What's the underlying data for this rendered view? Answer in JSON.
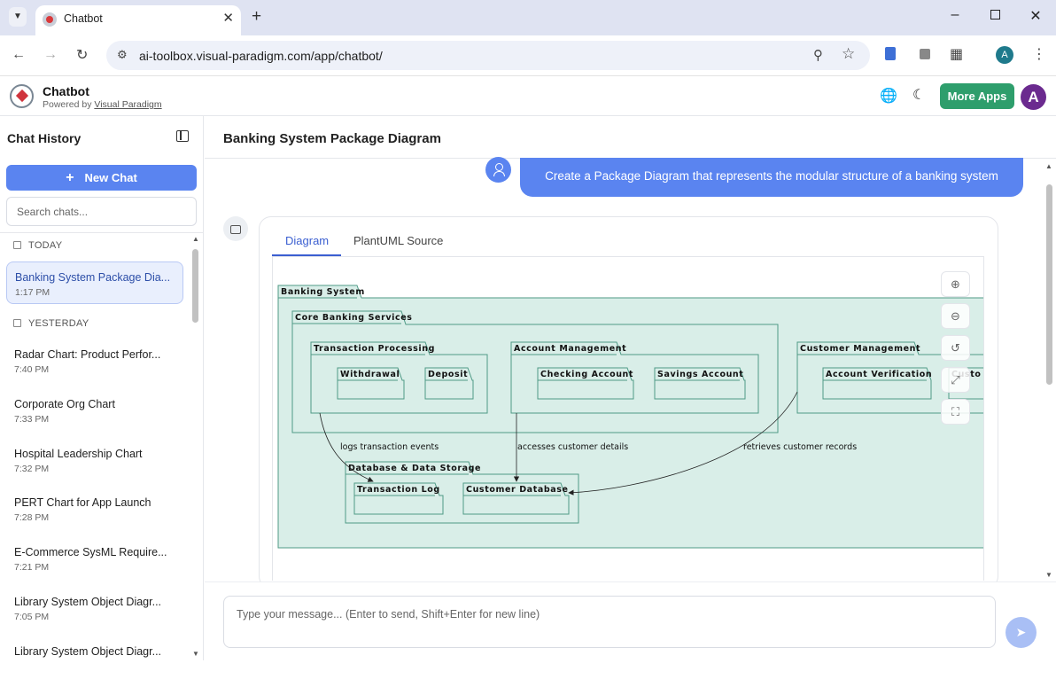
{
  "browser": {
    "tab_title": "Chatbot",
    "url": "ai-toolbox.visual-paradigm.com/app/chatbot/",
    "profile_initial": "A"
  },
  "app": {
    "title": "Chatbot",
    "powered_prefix": "Powered by ",
    "powered_link": "Visual Paradigm",
    "more_apps": "More Apps",
    "avatar_initial": "A"
  },
  "sidebar": {
    "title": "Chat History",
    "new_chat": "New Chat",
    "search_placeholder": "Search chats...",
    "groups": [
      {
        "label": "TODAY"
      },
      {
        "label": "YESTERDAY"
      }
    ],
    "items": [
      {
        "title": "Banking System Package Dia...",
        "time": "1:17 PM"
      },
      {
        "title": "Radar Chart: Product Perfor...",
        "time": "7:40 PM"
      },
      {
        "title": "Corporate Org Chart",
        "time": "7:33 PM"
      },
      {
        "title": "Hospital Leadership Chart",
        "time": "7:32 PM"
      },
      {
        "title": "PERT Chart for App Launch",
        "time": "7:28 PM"
      },
      {
        "title": "E-Commerce SysML Require...",
        "time": "7:21 PM"
      },
      {
        "title": "Library System Object Diagr...",
        "time": "7:05 PM"
      },
      {
        "title": "Library System Object Diagr...",
        "time": ""
      }
    ]
  },
  "main": {
    "title": "Banking System Package Diagram",
    "user_message": "Create a Package Diagram that represents the modular structure of a banking system",
    "tabs": [
      "Diagram",
      "PlantUML Source"
    ],
    "input_placeholder": "Type your message... (Enter to send, Shift+Enter for new line)"
  },
  "diagram": {
    "packages": {
      "banking_system": "Banking System",
      "core_banking": "Core Banking Services",
      "transaction_processing": "Transaction Processing",
      "withdrawal": "Withdrawal",
      "deposit": "Deposit",
      "account_management": "Account Management",
      "checking_account": "Checking Account",
      "savings_account": "Savings Account",
      "customer_management": "Customer Management",
      "account_verification": "Account Verification",
      "customer_partial": "Custo",
      "database_storage": "Database & Data Storage",
      "transaction_log": "Transaction Log",
      "customer_database": "Customer Database"
    },
    "relations": {
      "logs": "logs transaction events",
      "accesses": "accesses customer details",
      "retrieves": "retrieves customer records"
    },
    "colors": {
      "fill": "#d9eee8",
      "stroke": "#4f9a86",
      "accent": "#5a84f0",
      "more_apps": "#2e9e6c"
    }
  }
}
